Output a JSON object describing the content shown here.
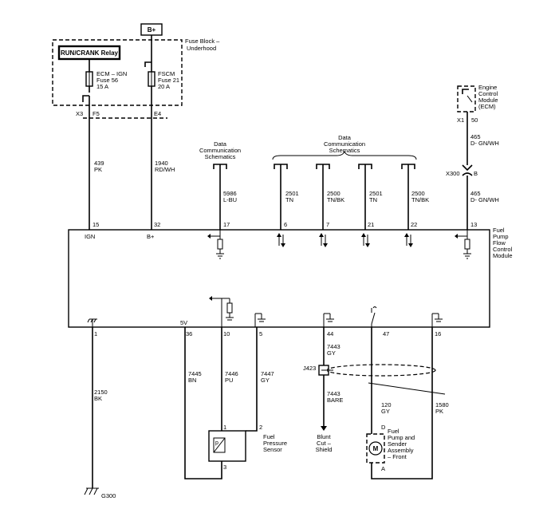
{
  "power": {
    "bplus": "B+"
  },
  "fuse_block": {
    "label_line1": "Fuse Block –",
    "label_line2": "Underhood",
    "relay": "RUN/CRANK Relay",
    "fuse1": {
      "line1": "ECM – IGN",
      "line2": "Fuse 56",
      "line3": "15 A",
      "conn": "X3",
      "pin": "F5"
    },
    "fuse2": {
      "line1": "FSCM",
      "line2": "Fuse 21",
      "line3": "20 A",
      "pin": "E4"
    }
  },
  "ecm": {
    "line1": "Engine",
    "line2": "Control",
    "line3": "Module",
    "line4": "(ECM)",
    "conn": "X1",
    "pin": "50"
  },
  "wires_top": {
    "w439": {
      "num": "439",
      "color": "PK"
    },
    "w1940": {
      "num": "1940",
      "color": "RD/WH"
    },
    "w5986": {
      "num": "5986",
      "color": "L-BU"
    },
    "w2501a": {
      "num": "2501",
      "color": "TN"
    },
    "w2500a": {
      "num": "2500",
      "color": "TN/BK"
    },
    "w2501b": {
      "num": "2501",
      "color": "TN"
    },
    "w2500b": {
      "num": "2500",
      "color": "TN/BK"
    },
    "w465a": {
      "num": "465",
      "color": "D- GN/WH"
    },
    "w465b": {
      "num": "465",
      "color": "D- GN/WH"
    }
  },
  "inline_conn": {
    "name": "X300",
    "pin": "B"
  },
  "dcs1": {
    "line1": "Data",
    "line2": "Communication",
    "line3": "Schematics"
  },
  "dcs2": {
    "line1": "Data",
    "line2": "Communication",
    "line3": "Schematics"
  },
  "module": {
    "line1": "Fuel",
    "line2": "Pump",
    "line3": "Flow",
    "line4": "Control",
    "line5": "Module",
    "top_pins": [
      "15",
      "32",
      "17",
      "6",
      "7",
      "21",
      "22",
      "13"
    ],
    "ign": "IGN",
    "bplus": "B+",
    "five_v": "5V",
    "bottom_pins": [
      "1",
      "36",
      "10",
      "5",
      "44",
      "47",
      "16"
    ]
  },
  "wires_bottom": {
    "w2150": {
      "num": "2150",
      "color": "BK"
    },
    "w7445": {
      "num": "7445",
      "color": "BN"
    },
    "w7446": {
      "num": "7446",
      "color": "PU"
    },
    "w7447": {
      "num": "7447",
      "color": "GY"
    },
    "w7443a": {
      "num": "7443",
      "color": "GY"
    },
    "w7443b": {
      "num": "7443",
      "color": "BARE"
    },
    "w120": {
      "num": "120",
      "color": "GY"
    },
    "w1580": {
      "num": "1580",
      "color": "PK"
    }
  },
  "splice": "J423",
  "blunt_cut": {
    "line1": "Blunt",
    "line2": "Cut –",
    "line3": "Shield"
  },
  "sensor": {
    "line1": "Fuel",
    "line2": "Pressure",
    "line3": "Sensor",
    "pin1": "1",
    "pin2": "2",
    "pin3": "3"
  },
  "pump": {
    "line1": "Fuel",
    "line2": "Pump and",
    "line3": "Sender",
    "line4": "Assembly",
    "line5": "– Front",
    "pin_d": "D",
    "pin_a": "A",
    "motor": "M"
  },
  "ground": "G300"
}
